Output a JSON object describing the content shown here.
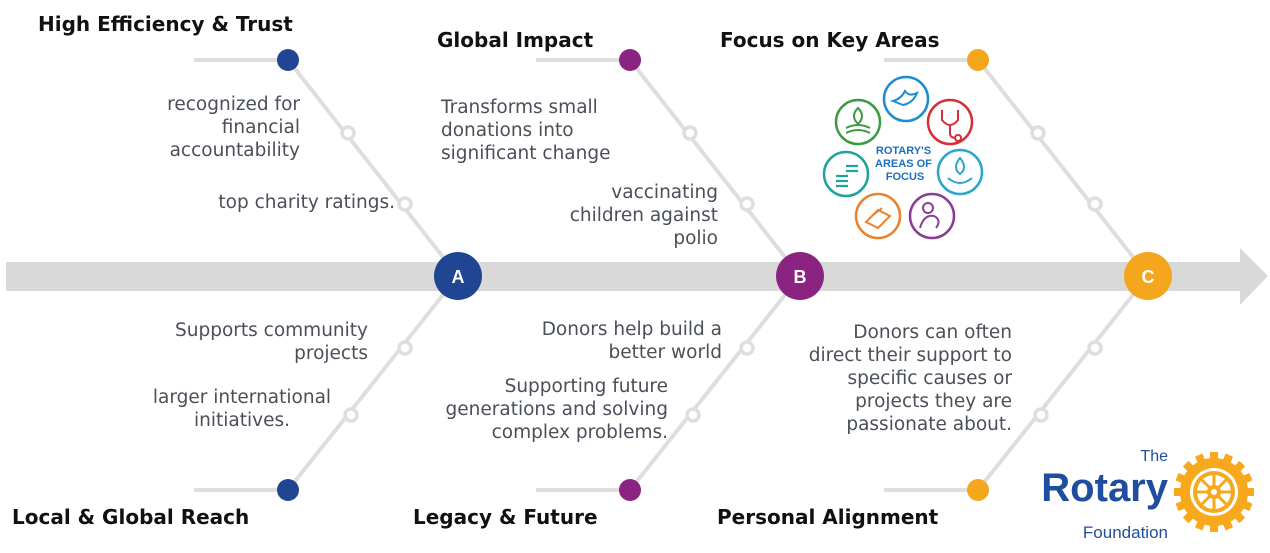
{
  "main_line": {
    "color": "#d9d9d9",
    "connector_color": "#dedede"
  },
  "hubs": [
    {
      "letter": "A",
      "color": "#1f4593"
    },
    {
      "letter": "B",
      "color": "#8b2480"
    },
    {
      "letter": "C",
      "color": "#f4a61c"
    }
  ],
  "branches": {
    "a_top": {
      "title": "High Efficiency & Trust",
      "note1": "recognized for financial accountability",
      "note2": "top charity ratings."
    },
    "a_bottom": {
      "title": "Local & Global Reach",
      "note1": "Supports community projects",
      "note2": "larger international initiatives."
    },
    "b_top": {
      "title": "Global Impact",
      "note1": "Transforms small donations into significant change",
      "note2": "vaccinating children against polio"
    },
    "b_bottom": {
      "title": "Legacy & Future",
      "note1": "Donors help build a better world",
      "note2": "Supporting future generations and solving complex problems."
    },
    "c_top": {
      "title": "Focus on Key Areas"
    },
    "c_bottom": {
      "title": "Personal Alignment",
      "note1": "Donors can often direct their support to specific causes or projects they are passionate about."
    }
  },
  "areas_of_focus": {
    "center_text": "ROTARY'S AREAS OF FOCUS",
    "icon_colors": [
      "#1d8dd1",
      "#d62e3a",
      "#2aa7c9",
      "#8a3d97",
      "#e8832e",
      "#21a39c",
      "#3d9a3f"
    ],
    "icons": [
      "dove-icon",
      "stethoscope-icon",
      "water-hands-icon",
      "mother-child-icon",
      "book-icon",
      "coins-icon",
      "environment-icon"
    ]
  },
  "logo": {
    "the": "The",
    "name": "Rotary",
    "foundation": "Foundation",
    "blue": "#1f4ea1",
    "gold": "#f7a81b"
  }
}
